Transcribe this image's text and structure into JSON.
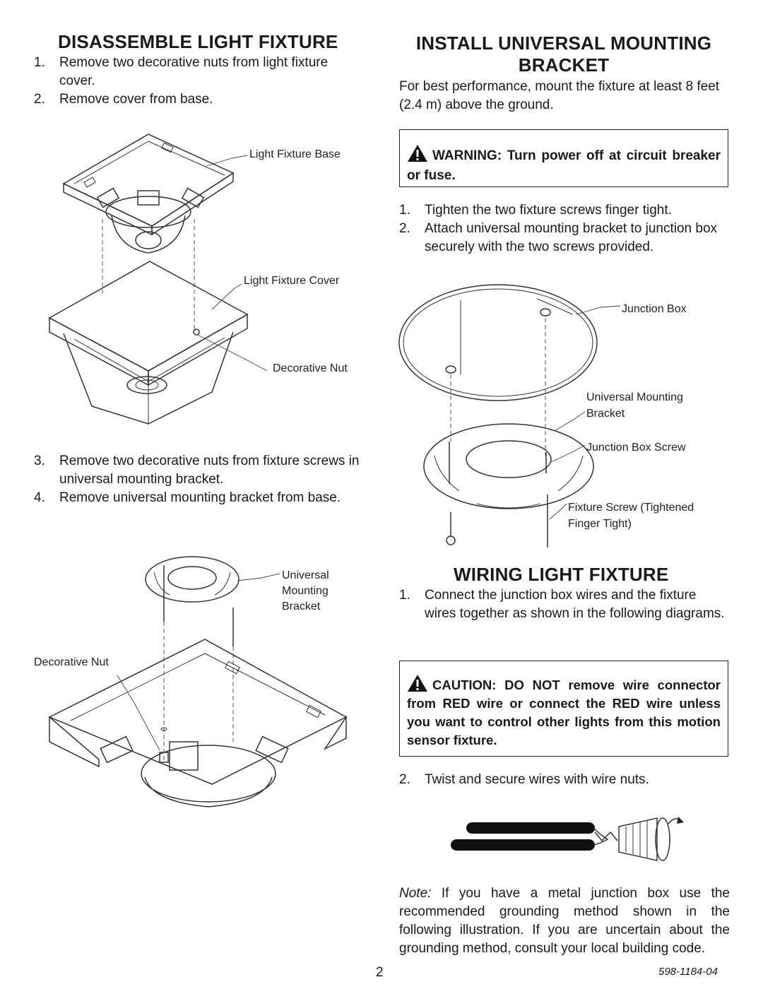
{
  "left": {
    "heading": "DISASSEMBLE LIGHT FIXTURE",
    "steps_a": [
      {
        "num": "1.",
        "text": "Remove two decorative nuts from light fixture cover."
      },
      {
        "num": "2.",
        "text": "Remove cover from base."
      }
    ],
    "fig1_labels": {
      "base": "Light Fixture Base",
      "cover": "Light Fixture Cover",
      "nut": "Decorative Nut"
    },
    "steps_b": [
      {
        "num": "3.",
        "text": "Remove two decorative nuts from fixture screws in universal mounting bracket."
      },
      {
        "num": "4.",
        "text": "Remove universal mounting bracket from base."
      }
    ],
    "fig2_labels": {
      "bracket_1": "Universal",
      "bracket_2": "Mounting",
      "bracket_3": "Bracket",
      "nut": "Decorative Nut"
    }
  },
  "right": {
    "heading_line1": "INSTALL UNIVERSAL MOUNTING",
    "heading_line2": "BRACKET",
    "intro": "For best performance, mount the fixture at least 8 feet (2.4 m) above the ground.",
    "warning": "WARNING: Turn power off at circuit breaker or fuse.",
    "steps": [
      {
        "num": "1.",
        "text": "Tighten the two fixture screws finger tight."
      },
      {
        "num": "2.",
        "text": "Attach universal mounting bracket to junction box securely with the two screws provided."
      }
    ],
    "fig3_labels": {
      "junction_box": "Junction Box",
      "bracket_1": "Universal Mounting",
      "bracket_2": "Bracket",
      "jb_screw": "Junction Box Screw",
      "fixture_screw_1": "Fixture Screw (Tightened",
      "fixture_screw_2": "Finger Tight)"
    },
    "wiring_heading": "WIRING LIGHT FIXTURE",
    "wiring_steps": [
      {
        "num": "1.",
        "text": "Connect the junction box wires and the fixture wires together as shown in the following diagrams."
      }
    ],
    "caution": "CAUTION: DO NOT remove wire connector from RED wire or connect the RED wire unless you want to control other lights from this motion sensor fixture.",
    "step2": {
      "num": "2.",
      "text": "Twist and secure wires with wire nuts."
    },
    "note_label": "Note:",
    "note_text": "If you have a metal junction box use the recommended grounding method shown in the following illustration. If you are uncertain about the grounding method, consult your local building code."
  },
  "footer": {
    "page_number": "2",
    "doc_number": "598-1184-04"
  },
  "icons": [
    "warning-triangle-icon"
  ]
}
